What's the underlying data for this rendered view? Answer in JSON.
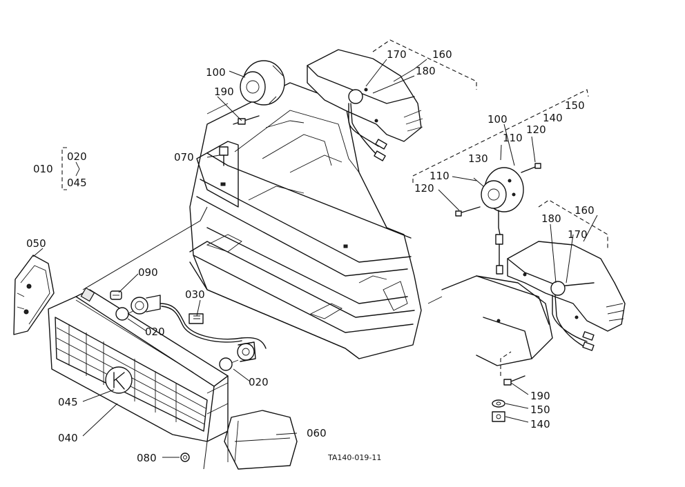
{
  "diagram": {
    "drawing_code": "TA140-019-11",
    "callouts": {
      "c010": "010",
      "c020_group": "020",
      "c045_group": "045",
      "c050": "050",
      "c070": "070",
      "c100_left": "100",
      "c190_left": "190",
      "c170_top": "170",
      "c160_top": "160",
      "c180_top": "180",
      "c100_right": "100",
      "c110_a": "110",
      "c140_top": "140",
      "c150_top": "150",
      "c120_right": "120",
      "c110_b": "110",
      "c130": "130",
      "c120_left": "120",
      "c160_right": "160",
      "c180_right": "180",
      "c170_right": "170",
      "c090": "090",
      "c030": "030",
      "c020_a": "020",
      "c020_b": "020",
      "c045": "045",
      "c040": "040",
      "c060": "060",
      "c080": "080",
      "c190_right": "190",
      "c150_right": "150",
      "c140_right": "140"
    }
  }
}
